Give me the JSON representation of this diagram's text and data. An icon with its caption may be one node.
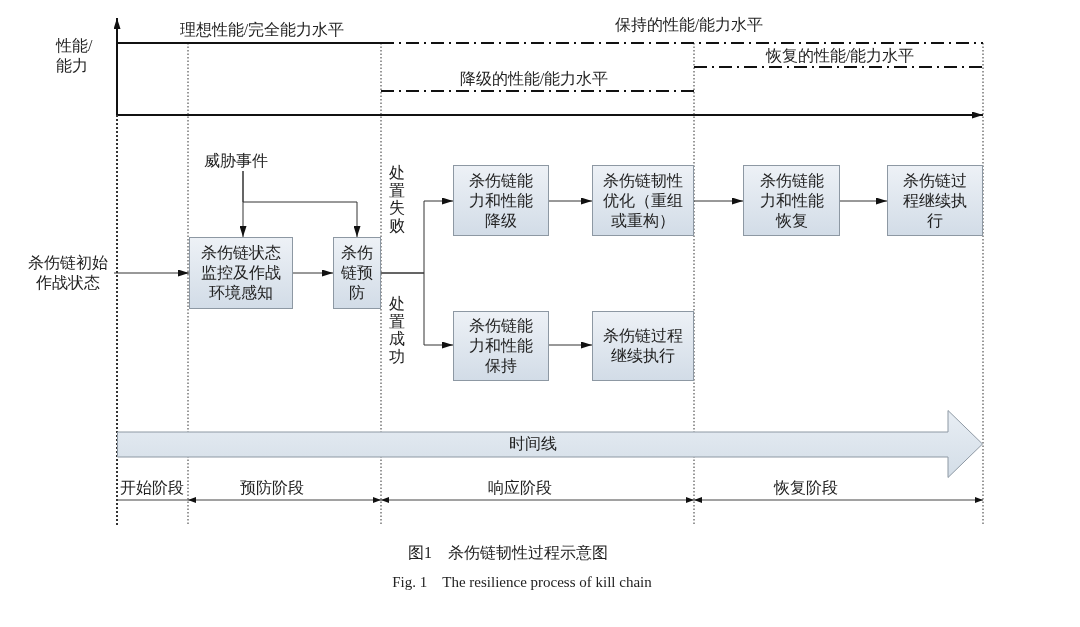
{
  "diagram": {
    "caption": "图1　杀伤链韧性过程示意图",
    "nodes": [
      {
        "text": [
          "杀伤链初始作战状态"
        ]
      },
      {
        "text": [
          "威胁事件"
        ]
      },
      {
        "text": [
          "杀伤链状态监控及作战环境感知"
        ]
      },
      {
        "text": [
          "杀伤链预防"
        ]
      },
      {
        "text": [
          "杀伤链能力和性能降级"
        ]
      },
      {
        "text": [
          "杀伤链韧性优化（重组或重构）"
        ]
      },
      {
        "text": [
          "杀伤链能力和性能恢复"
        ]
      },
      {
        "text": [
          "杀伤链过程继续执行"
        ]
      },
      {
        "text": [
          "杀伤链能力和性能保持"
        ]
      },
      {
        "text": [
          "杀伤链过程继续执行"
        ]
      },
      {
        "text": [
          "时间线"
        ]
      }
    ],
    "edges": [
      {
        "from": 0,
        "to": 2,
        "arrow": "to"
      },
      {
        "from": 1,
        "to": 2,
        "arrow": "to"
      },
      {
        "from": 1,
        "to": 3,
        "arrow": "to"
      },
      {
        "from": 2,
        "to": 3,
        "arrow": "to"
      },
      {
        "from": 3,
        "to": 4,
        "arrow": "to",
        "label": "处置失败"
      },
      {
        "from": 3,
        "to": 8,
        "arrow": "to",
        "label": "处置成功"
      },
      {
        "from": 4,
        "to": 5,
        "arrow": "to"
      },
      {
        "from": 5,
        "to": 6,
        "arrow": "to"
      },
      {
        "from": 6,
        "to": 7,
        "arrow": "to"
      },
      {
        "from": 8,
        "to": 9,
        "arrow": "to"
      }
    ],
    "labels": [
      "理想性能/完全能力水平",
      "保持的性能/能力水平",
      "性能/能力",
      "恢复的性能/能力水平",
      "降级的性能/能力水平",
      "开始阶段",
      "预防阶段",
      "响应阶段",
      "恢复阶段",
      "Fig. 1　The resilience process of kill chain"
    ]
  }
}
